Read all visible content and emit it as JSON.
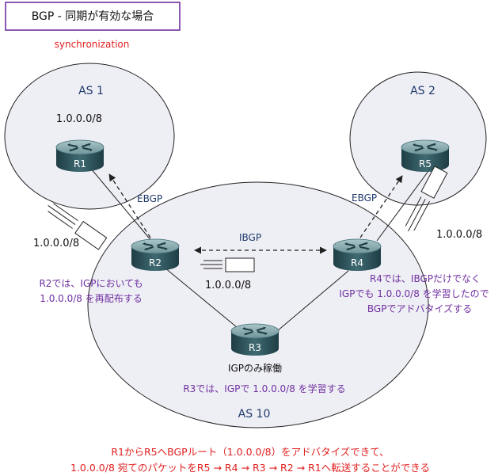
{
  "title": "BGP - 同期が有効な場合",
  "subtitle": "synchronization",
  "colors": {
    "title_border": "#7030a0",
    "red": "#e02020",
    "purple": "#7030a0",
    "navy": "#1f3a6b",
    "cloud_fill": "#eeeef5"
  },
  "as_labels": {
    "as1": "AS 1",
    "as2": "AS 2",
    "as10": "AS 10"
  },
  "routers": {
    "r1": "R1",
    "r2": "R2",
    "r3": "R3",
    "r4": "R4",
    "r5": "R5"
  },
  "links": {
    "ebgp_left": "EBGP",
    "ebgp_right": "EBGP",
    "ibgp": "IBGP"
  },
  "prefixes": {
    "as1_network": "1.0.0.0/8",
    "left_update": "1.0.0.0/8",
    "ibgp_update": "1.0.0.0/8",
    "right_update": "1.0.0.0/8"
  },
  "notes": {
    "r2": [
      "R2では、IGPにおいても",
      "1.0.0.0/8 を再配布する"
    ],
    "r4": [
      "R4では、IBGPだけでなく",
      "IGPでも 1.0.0.0/8 を学習したので",
      "BGPでアドバタイズする"
    ],
    "r3_igp": "IGPのみ稼働",
    "r3": "R3では、IGPで 1.0.0.0/8 を学習する"
  },
  "footer": [
    "R1からR5へBGPルート（1.0.0.0/8）をアドバタイズできて、",
    "1.0.0.0/8 宛てのパケットをR5 → R4 → R3 → R2 → R1へ転送することができる"
  ]
}
